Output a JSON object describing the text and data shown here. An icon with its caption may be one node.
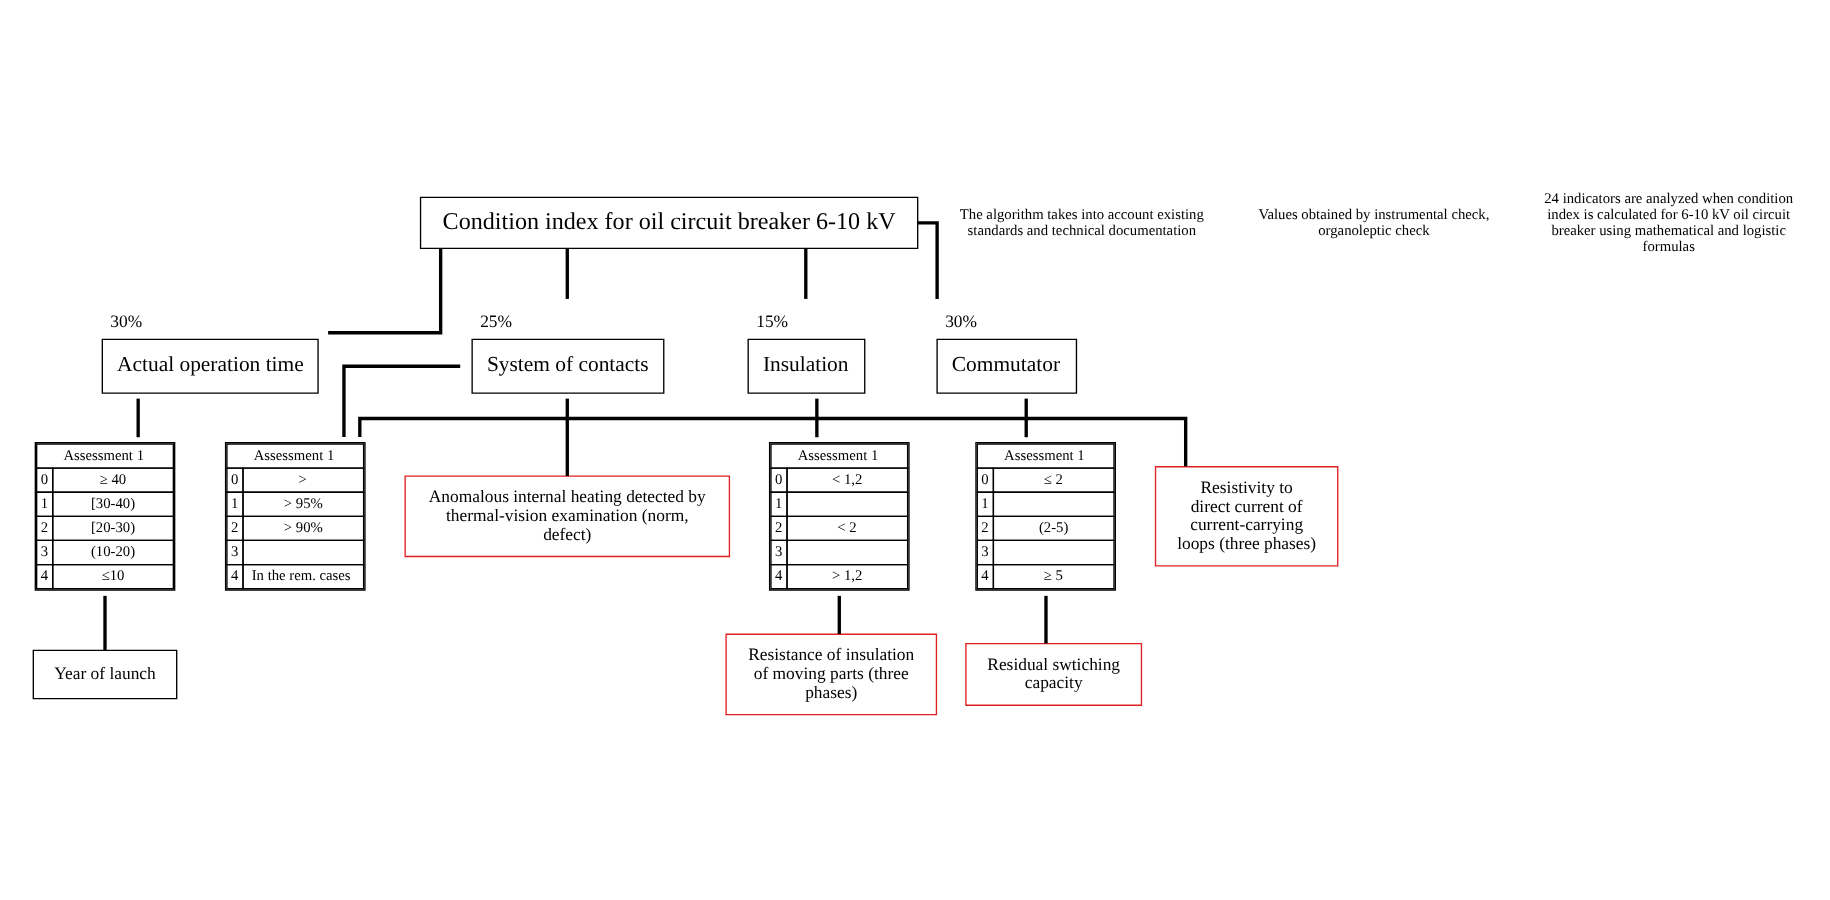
{
  "diagram": {
    "nodes": [
      {
        "text": [
          "Condition index for oil circuit breaker 6-10 kV"
        ]
      },
      {
        "text": [
          "Actual operation time"
        ],
        "beside": [
          "30%"
        ]
      },
      {
        "text": [
          "System of contacts"
        ],
        "beside": [
          "25%"
        ]
      },
      {
        "text": [
          "Insulation"
        ],
        "beside": [
          "15%"
        ]
      },
      {
        "text": [
          "Commutator"
        ],
        "beside": [
          "30%"
        ]
      },
      {
        "text": [
          "Assessment 1",
          "0",
          "≥ 40",
          "1",
          "[30-40)",
          "2",
          "[20-30)",
          "3",
          "(10-20)",
          "4",
          "≤10"
        ]
      },
      {
        "text": [
          "Year of launch"
        ]
      },
      {
        "text": [
          "Assessment 1",
          "0",
          ">",
          "1",
          "> 95%",
          "2",
          "> 90%",
          "3",
          "4",
          "In the rem. cases"
        ]
      },
      {
        "text": [
          "Resistivity to direct current of current-carrying loops (three phases)"
        ]
      },
      {
        "text": [
          "Anomalous internal heating detected by thermal-vision examination (norm, defect)"
        ]
      },
      {
        "text": [
          "Assessment 1",
          "0",
          "< 1,2",
          "1",
          "2",
          "< 2",
          "3",
          "4",
          "> 1,2"
        ]
      },
      {
        "text": [
          "Resistance of insulation of moving parts (three phases)"
        ]
      },
      {
        "text": [
          "Assessment 1",
          "0",
          "≤ 2",
          "1",
          "2",
          "(2-5)",
          "3",
          "4",
          "≥ 5"
        ]
      },
      {
        "text": [
          "Residual swtiching capacity"
        ]
      }
    ],
    "edges": [
      {
        "from": 0,
        "to": 1,
        "arrow": "none"
      },
      {
        "from": 0,
        "to": 2,
        "arrow": "none"
      },
      {
        "from": 0,
        "to": 3,
        "arrow": "none"
      },
      {
        "from": 0,
        "to": 4,
        "arrow": "none"
      },
      {
        "from": 1,
        "to": 5,
        "arrow": "none"
      },
      {
        "from": 5,
        "to": 6,
        "arrow": "none"
      },
      {
        "from": 2,
        "to": 7,
        "arrow": "none"
      },
      {
        "from": 8,
        "to": 7,
        "arrow": "none"
      },
      {
        "from": 2,
        "to": 9,
        "arrow": "none"
      },
      {
        "from": 3,
        "to": 10,
        "arrow": "none"
      },
      {
        "from": 10,
        "to": 11,
        "arrow": "none"
      },
      {
        "from": 4,
        "to": 12,
        "arrow": "none"
      },
      {
        "from": 12,
        "to": 13,
        "arrow": "none"
      }
    ],
    "labels": [
      "The algorithm takes into account existing standards and technical documentation",
      "Values obtained by instrumental check, organoleptic check",
      "24 indicators are analyzed when condition index is calculated for 6-10 kV oil circuit breaker using mathematical and logistic formulas"
    ]
  }
}
